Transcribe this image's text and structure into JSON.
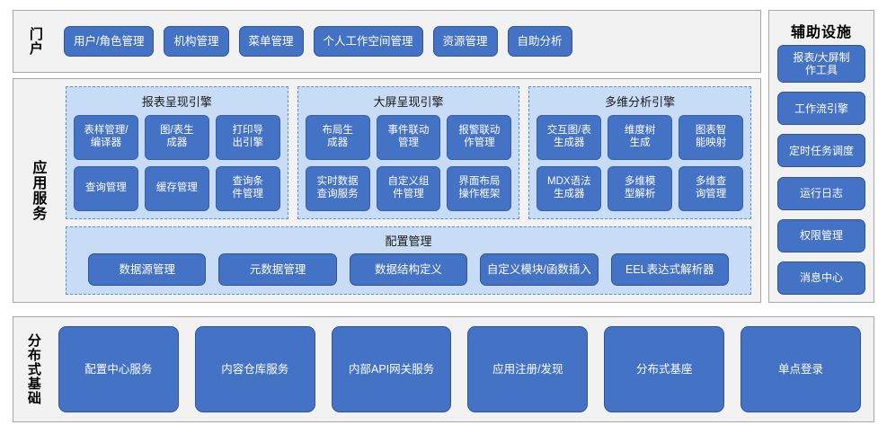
{
  "portal": {
    "label": "门户",
    "items": [
      {
        "label": "用户/角色管理"
      },
      {
        "label": "机构管理"
      },
      {
        "label": "菜单管理"
      },
      {
        "label": "个人工作空间管理"
      },
      {
        "label": "资源管理"
      },
      {
        "label": "自助分析"
      }
    ]
  },
  "app_service": {
    "label": "应用服务",
    "engines": [
      {
        "title": "报表呈现引擎",
        "nodes": [
          {
            "label": "表样管理/\n编译器"
          },
          {
            "label": "图/表生\n成器"
          },
          {
            "label": "打印导\n出引擎"
          },
          {
            "label": "查询管理"
          },
          {
            "label": "缓存管理"
          },
          {
            "label": "查询条\n件管理"
          }
        ]
      },
      {
        "title": "大屏呈现引擎",
        "nodes": [
          {
            "label": "布局生\n成器"
          },
          {
            "label": "事件联动\n管理"
          },
          {
            "label": "报警联动\n作管理"
          },
          {
            "label": "实时数据\n查询服务"
          },
          {
            "label": "自定义组\n件管理"
          },
          {
            "label": "界面布局\n操作框架"
          }
        ]
      },
      {
        "title": "多维分析引擎",
        "nodes": [
          {
            "label": "交互图/表\n生成器"
          },
          {
            "label": "维度树\n生成"
          },
          {
            "label": "图表智\n能映射"
          },
          {
            "label": "MDX语法\n生成器"
          },
          {
            "label": "多维模\n型解析"
          },
          {
            "label": "多维查\n询管理"
          }
        ]
      }
    ],
    "config": {
      "title": "配置管理",
      "nodes": [
        {
          "label": "数据源管理"
        },
        {
          "label": "元数据管理"
        },
        {
          "label": "数据结构定义"
        },
        {
          "label": "自定义模块/函数插入"
        },
        {
          "label": "EEL表达式解析器"
        }
      ]
    }
  },
  "infrastructure": {
    "label": "分布式基础",
    "items": [
      {
        "label": "配置中心服务"
      },
      {
        "label": "内容仓库服务"
      },
      {
        "label": "内部API网关服务"
      },
      {
        "label": "应用注册/发现"
      },
      {
        "label": "分布式基座"
      },
      {
        "label": "单点登录"
      }
    ]
  },
  "auxiliary": {
    "title": "辅助设施",
    "items": [
      {
        "label": "报表/大屏制\n作工具"
      },
      {
        "label": "工作流引擎"
      },
      {
        "label": "定时任务调度"
      },
      {
        "label": "运行日志"
      },
      {
        "label": "权限管理"
      },
      {
        "label": "消息中心"
      }
    ]
  },
  "colors": {
    "node_fill": "#4472c4",
    "node_border": "#2f5597",
    "panel_fill": "#f2f2f2",
    "panel_border": "#a6a6a6",
    "engine_fill": "#c9dcf5",
    "engine_border": "#5b8fd4",
    "text_on_node": "#ffffff",
    "text_dark": "#000000"
  }
}
